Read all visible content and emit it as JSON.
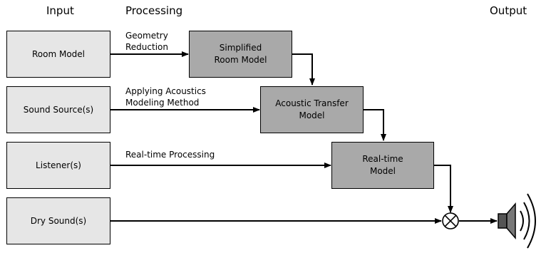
{
  "headers": {
    "input": "Input",
    "processing": "Processing",
    "output": "Output"
  },
  "inputs": {
    "room_model": "Room Model",
    "sound_sources": "Sound Source(s)",
    "listeners": "Listener(s)",
    "dry_sounds": "Dry Sound(s)"
  },
  "processing": {
    "simplified_room_model": "Simplified\nRoom Model",
    "acoustic_transfer_model": "Acoustic Transfer\nModel",
    "realtime_model": "Real-time\nModel"
  },
  "edge_labels": {
    "geometry_reduction": "Geometry\nReduction",
    "applying_acoustics": "Applying Acoustics\nModeling Method",
    "realtime_processing": "Real-time Processing"
  },
  "icons": {
    "mixer": "multiply-circle-icon",
    "speaker": "speaker-icon"
  },
  "colors": {
    "input_box": "#e6e6e6",
    "process_box": "#a9a9a9",
    "line": "#000000"
  }
}
